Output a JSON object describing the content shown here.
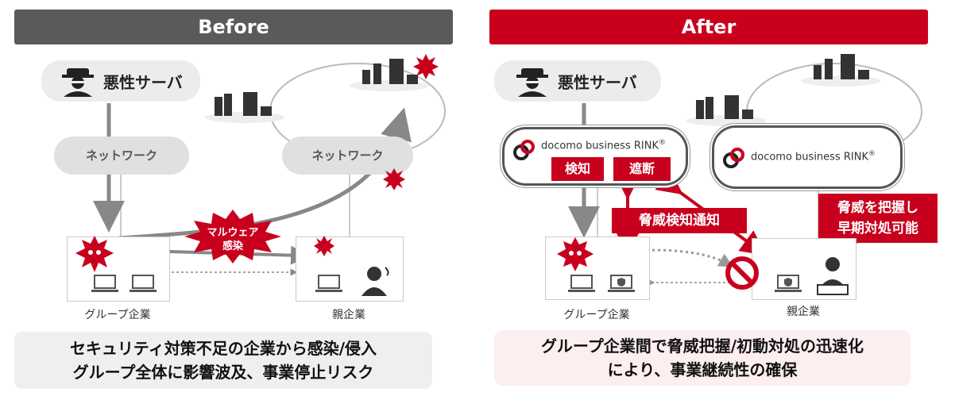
{
  "before": {
    "header": "Before",
    "malicious_server": "悪性サーバ",
    "network_left": "ネットワーク",
    "network_right": "ネットワーク",
    "malware_badge_line1": "マルウェア",
    "malware_badge_line2": "感染",
    "group_label": "グループ企業",
    "parent_label": "親企業",
    "summary_line1": "セキュリティ対策不足の企業から感染/侵入",
    "summary_line2": "グループ全体に影響波及、事業停止リスク"
  },
  "after": {
    "header": "After",
    "malicious_server": "悪性サーバ",
    "rink_left": "docomo business RINK",
    "rink_right": "docomo business RINK",
    "reg_mark": "®",
    "detect_button": "検知",
    "block_button": "遮断",
    "notify_label": "脅威検知通知",
    "callout_line1": "脅威を把握し",
    "callout_line2": "早期対処可能",
    "group_label": "グループ企業",
    "parent_label": "親企業",
    "summary_line1": "グループ企業間で脅威把握/初動対処の迅速化",
    "summary_line2": "により、事業継続性の確保"
  },
  "colors": {
    "before_header": "#5a5a5a",
    "after_header": "#c8001e",
    "accent_red": "#c8001e"
  }
}
